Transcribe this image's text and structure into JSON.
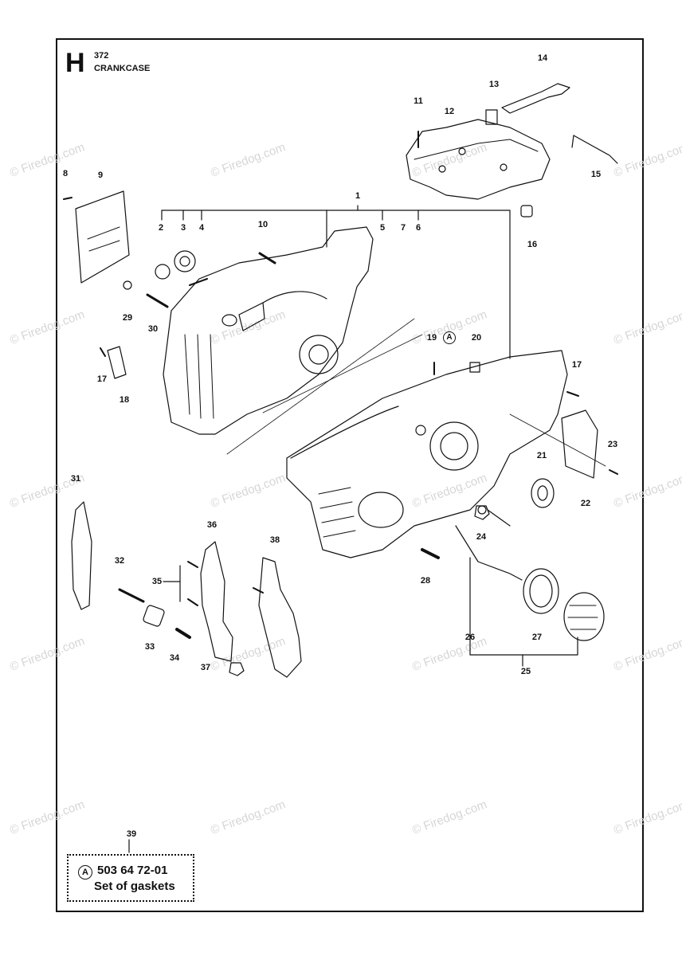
{
  "header": {
    "section_letter": "H",
    "model": "372",
    "title": "CRANKCASE"
  },
  "watermark": {
    "text": "© Firedog.com",
    "color": "#d6d6d6"
  },
  "callouts": [
    "1",
    "2",
    "3",
    "4",
    "5",
    "6",
    "7",
    "8",
    "9",
    "10",
    "11",
    "12",
    "13",
    "14",
    "15",
    "16",
    "17",
    "17",
    "18",
    "19",
    "20",
    "21",
    "22",
    "23",
    "24",
    "25",
    "26",
    "27",
    "28",
    "29",
    "30",
    "31",
    "32",
    "33",
    "34",
    "35",
    "36",
    "37",
    "38",
    "39"
  ],
  "ref_marker": "A",
  "kit": {
    "badge": "A",
    "part_number": "503 64 72-01",
    "description": "Set of gaskets"
  }
}
